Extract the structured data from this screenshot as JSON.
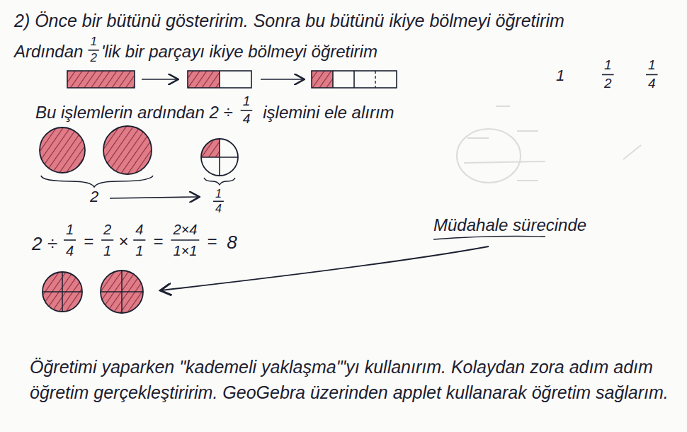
{
  "diagram": {
    "labels": [
      "2) Önce bir bütünü gösteririm. Sonra bu bütünü ikiye bölmeyi öğretirim",
      "Ardından",
      "1",
      "2",
      "'lik bir parçayı ikiye bölmeyi öğretirim",
      "1",
      "1",
      "2",
      "1",
      "4",
      "Bu işlemlerin ardından 2 ÷",
      "1",
      "4",
      "işlemini ele alırım",
      "2",
      "1",
      "4",
      "2 ÷",
      "1",
      "4",
      "=",
      "2",
      "1",
      "×",
      "4",
      "1",
      "=",
      "2×4",
      "1×1",
      "=",
      "8",
      "Müdahale sürecinde",
      "Öğretimi yaparken \"kademeli yaklaşma\"'yı kullanırım. Kolaydan zora adım adım öğretim gerçekleştiririm. GeoGebra üzerinden applet kullanarak öğretim sağlarım."
    ]
  }
}
